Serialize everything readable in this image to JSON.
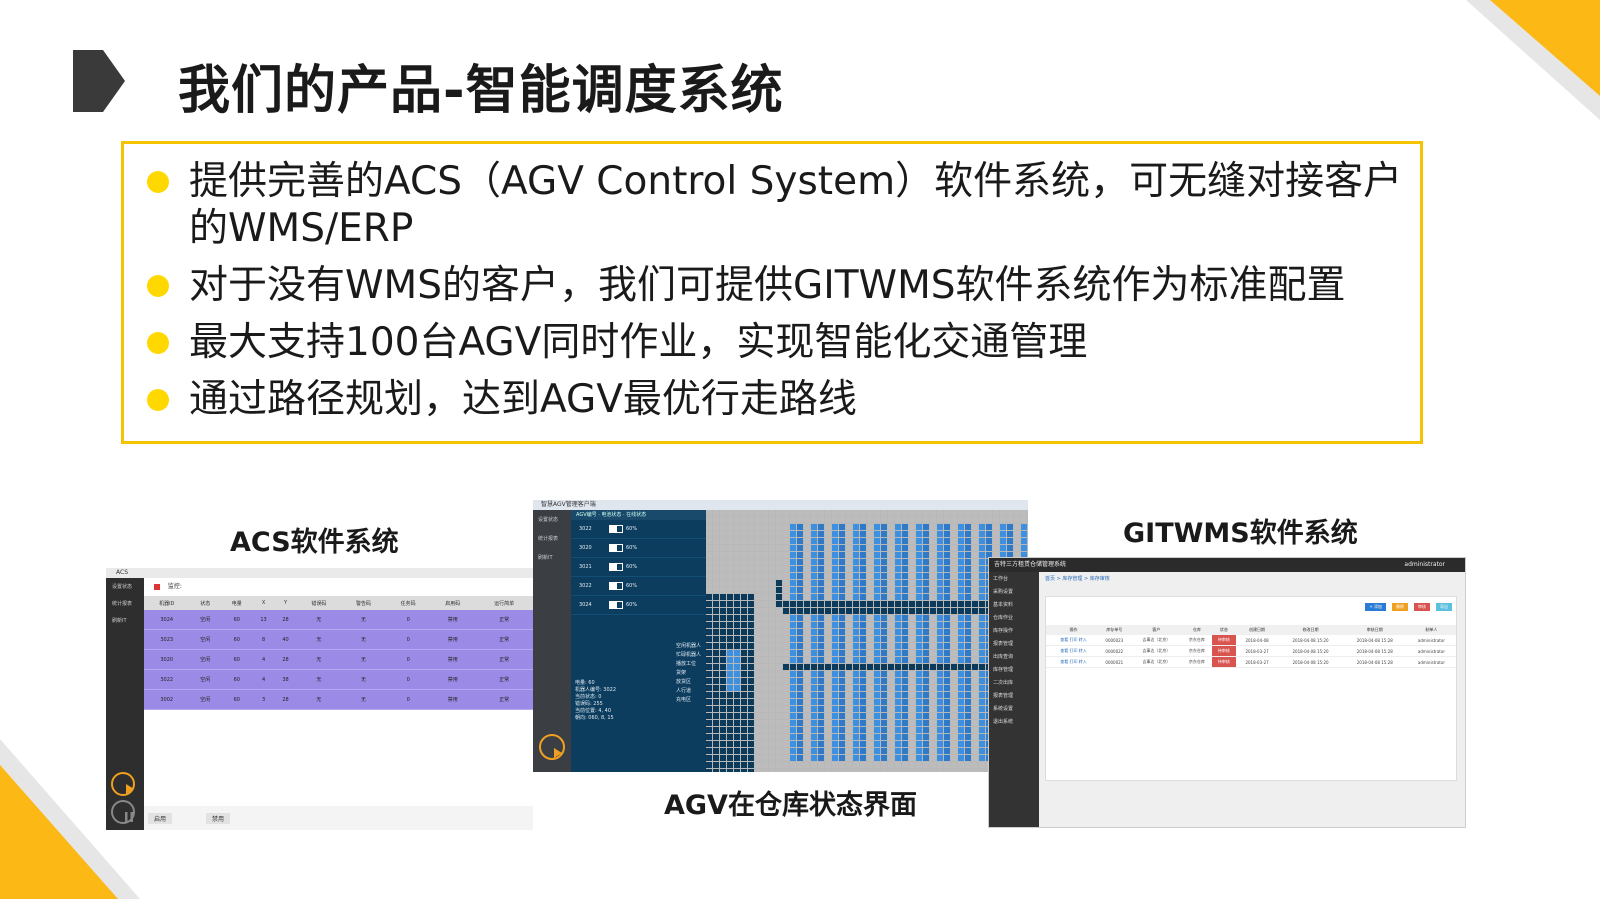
{
  "slide": {
    "title": "我们的产品-智能调度系统",
    "bullets": [
      "提供完善的ACS（AGV Control System）软件系统，可无缝对接客户的WMS/ERP",
      "对于没有WMS的客户，我们可提供GITWMS软件系统作为标准配置",
      "最大支持100台AGV同时作业，实现智能化交通管理",
      "通过路径规划，达到AGV最优行走路线"
    ],
    "captions": {
      "acs": "ACS软件系统",
      "agv": "AGV在仓库状态界面",
      "git": "GITWMS软件系统"
    }
  },
  "colors": {
    "accent_yellow": "#f5c400",
    "bullet_yellow": "#ffd800",
    "acs_row": "#9c8be6",
    "agv_blue": "#3d8fe0",
    "agv_dark": "#0b3a5a"
  },
  "acs": {
    "side_items": [
      "设置状态",
      "统计报表",
      "刷新IT"
    ],
    "filter_label": "监控:",
    "columns": [
      "机器ID",
      "状态",
      "电量",
      "X",
      "Y",
      "错误码",
      "警告码",
      "任务码",
      "启用码",
      "运行简单"
    ],
    "rows": [
      [
        "3024",
        "空闲",
        "60",
        "13",
        "28",
        "无",
        "无",
        "0",
        "禁用",
        "正常"
      ],
      [
        "3023",
        "空闲",
        "60",
        "8",
        "40",
        "无",
        "无",
        "0",
        "禁用",
        "正常"
      ],
      [
        "3020",
        "空闲",
        "60",
        "4",
        "28",
        "无",
        "无",
        "0",
        "禁用",
        "正常"
      ],
      [
        "3022",
        "空闲",
        "60",
        "4",
        "38",
        "无",
        "无",
        "0",
        "禁用",
        "正常"
      ],
      [
        "3002",
        "空闲",
        "60",
        "3",
        "28",
        "无",
        "无",
        "0",
        "禁用",
        "正常"
      ]
    ],
    "bottom_buttons": [
      "启用",
      "禁用"
    ]
  },
  "agv": {
    "title": "智慧AGV管理客户端",
    "side_items": [
      "设置状态",
      "统计报表",
      "刷新IT"
    ],
    "panel_head": "AGV编号 · 电池状态 · 在线状态",
    "robots": [
      {
        "id": "3022",
        "battery": "60%"
      },
      {
        "id": "3020",
        "battery": "60%"
      },
      {
        "id": "3021",
        "battery": "60%"
      },
      {
        "id": "3022",
        "battery": "60%"
      },
      {
        "id": "3024",
        "battery": "60%"
      }
    ],
    "info": [
      "电量: 60",
      "机器人编号: 3022",
      "当前状态: 0",
      "错误码: 255",
      "当前位置: 4, 40",
      "朝向: 060, 8, 15"
    ],
    "legend": [
      "空闲机器人",
      "忙碌机器人",
      "播放工位",
      "货架",
      "放货区",
      "人行道",
      "充电区"
    ]
  },
  "git": {
    "app_title": "吉特三方租赁仓储管理系统",
    "user": "administrator",
    "side_items": [
      "工作台",
      "采购设置",
      "基本资料",
      "仓库作业",
      "库存操作",
      "报表管理",
      "出库查询",
      "库存管理",
      "二次出库",
      "报表管理",
      "系统设置",
      "退出系统"
    ],
    "breadcrumb": "首页 > 库存管理 > 库存审核",
    "buttons": [
      "+ 添加",
      "删除",
      "审核",
      "导出"
    ],
    "columns": [
      "",
      "操作",
      "库存单号",
      "客户",
      "仓库",
      "状态",
      "创建日期",
      "修改日期",
      "审核日期",
      "制单人"
    ],
    "rows": [
      [
        "",
        "查看 打印 转入",
        "0000023",
        "吉事达（北京）",
        "京东仓库",
        "待审核",
        "2018-04-08",
        "2018-04-08 15:20",
        "2018-04-08 15:28",
        "administrator"
      ],
      [
        "",
        "查看 打印 转入",
        "0000022",
        "吉事达（北京）",
        "京东仓库",
        "待审核",
        "2018-03-27",
        "2018-04-08 15:20",
        "2018-04-08 15:28",
        "administrator"
      ],
      [
        "",
        "查看 打印 转入",
        "0000021",
        "吉事达（北京）",
        "京东仓库",
        "待审核",
        "2018-03-27",
        "2018-04-08 15:20",
        "2018-04-08 15:28",
        "administrator"
      ]
    ]
  }
}
